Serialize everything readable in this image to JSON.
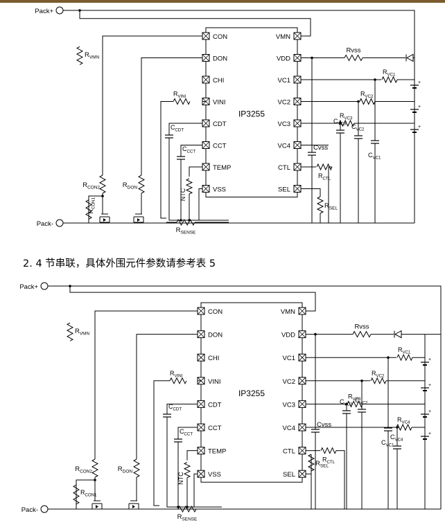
{
  "colors": {
    "top_bar": "#7b5b2e",
    "line": "#000000",
    "chip_fill": "#ffffff",
    "chip_stroke": "#000000"
  },
  "caption": "2. 4 节串联，具体外围元件参数请参考表 5",
  "diagram1": {
    "chip_name": "IP3255",
    "pack_plus": "Pack+",
    "pack_minus": "Pack-",
    "left_pins": [
      "CON",
      "DON",
      "CHI",
      "VINI",
      "CDT",
      "CCT",
      "TEMP",
      "VSS"
    ],
    "right_pins": [
      "VMN",
      "VDD",
      "VC1",
      "VC2",
      "VC3",
      "VC4",
      "CTL",
      "SEL"
    ],
    "components": {
      "rvmn": {
        "main": "R",
        "sub": "VMN"
      },
      "rvini": {
        "main": "R",
        "sub": "VINI"
      },
      "ccdt": {
        "main": "C",
        "sub": "CDT"
      },
      "ccct": {
        "main": "C",
        "sub": "CCT"
      },
      "ntc": {
        "main": "NTC",
        "sub": ""
      },
      "rcon2": {
        "main": "R",
        "sub": "CON2"
      },
      "rcon1": {
        "main": "R",
        "sub": "CON1"
      },
      "rdon": {
        "main": "R",
        "sub": "DON"
      },
      "rsense": {
        "main": "R",
        "sub": "SENSE"
      },
      "rvss": {
        "main": "Rvss",
        "sub": ""
      },
      "rvc1": {
        "main": "R",
        "sub": "VC1"
      },
      "rvc2": {
        "main": "R",
        "sub": "VC2"
      },
      "rvc3": {
        "main": "R",
        "sub": "VC3"
      },
      "cvc3": {
        "main": "C",
        "sub": "VC3"
      },
      "cvc2": {
        "main": "C",
        "sub": "VC2"
      },
      "cvc1": {
        "main": "C",
        "sub": "VC1"
      },
      "cvss": {
        "main": "Cvss",
        "sub": ""
      },
      "rctl": {
        "main": "R",
        "sub": "CTL"
      },
      "rsel": {
        "main": "R",
        "sub": "SEL"
      }
    }
  },
  "diagram2": {
    "chip_name": "IP3255",
    "pack_plus": "Pack+",
    "pack_minus": "Pack-",
    "left_pins": [
      "CON",
      "DON",
      "CHI",
      "VINI",
      "CDT",
      "CCT",
      "TEMP",
      "VSS"
    ],
    "right_pins": [
      "VMN",
      "VDD",
      "VC1",
      "VC2",
      "VC3",
      "VC4",
      "CTL",
      "SEL"
    ],
    "components": {
      "rvmn": {
        "main": "R",
        "sub": "VMN"
      },
      "rvini": {
        "main": "R",
        "sub": "VINI"
      },
      "ccdt": {
        "main": "C",
        "sub": "CDT"
      },
      "ccct": {
        "main": "C",
        "sub": "CCT"
      },
      "ntc": {
        "main": "NTC",
        "sub": ""
      },
      "rcon2": {
        "main": "R",
        "sub": "CON2"
      },
      "rcon1": {
        "main": "R",
        "sub": "CON1"
      },
      "rdon": {
        "main": "R",
        "sub": "DON"
      },
      "rsense": {
        "main": "R",
        "sub": "SENSE"
      },
      "rvss": {
        "main": "Rvss",
        "sub": ""
      },
      "rvc1": {
        "main": "R",
        "sub": "VC1"
      },
      "rvc2": {
        "main": "R",
        "sub": "VC2"
      },
      "rvc3": {
        "main": "R",
        "sub": "VC3"
      },
      "rvc4": {
        "main": "R",
        "sub": "VC4"
      },
      "cvc3": {
        "main": "C",
        "sub": "VC3"
      },
      "cvc2": {
        "main": "C",
        "sub": "VC2"
      },
      "cvc1": {
        "main": "C",
        "sub": "VC1"
      },
      "cvc4": {
        "main": "C",
        "sub": "VC4"
      },
      "cvss": {
        "main": "Cvss",
        "sub": ""
      },
      "rctl": {
        "main": "R",
        "sub": "CTL"
      },
      "rsel": {
        "main": "R",
        "sub": "SEL"
      }
    }
  }
}
